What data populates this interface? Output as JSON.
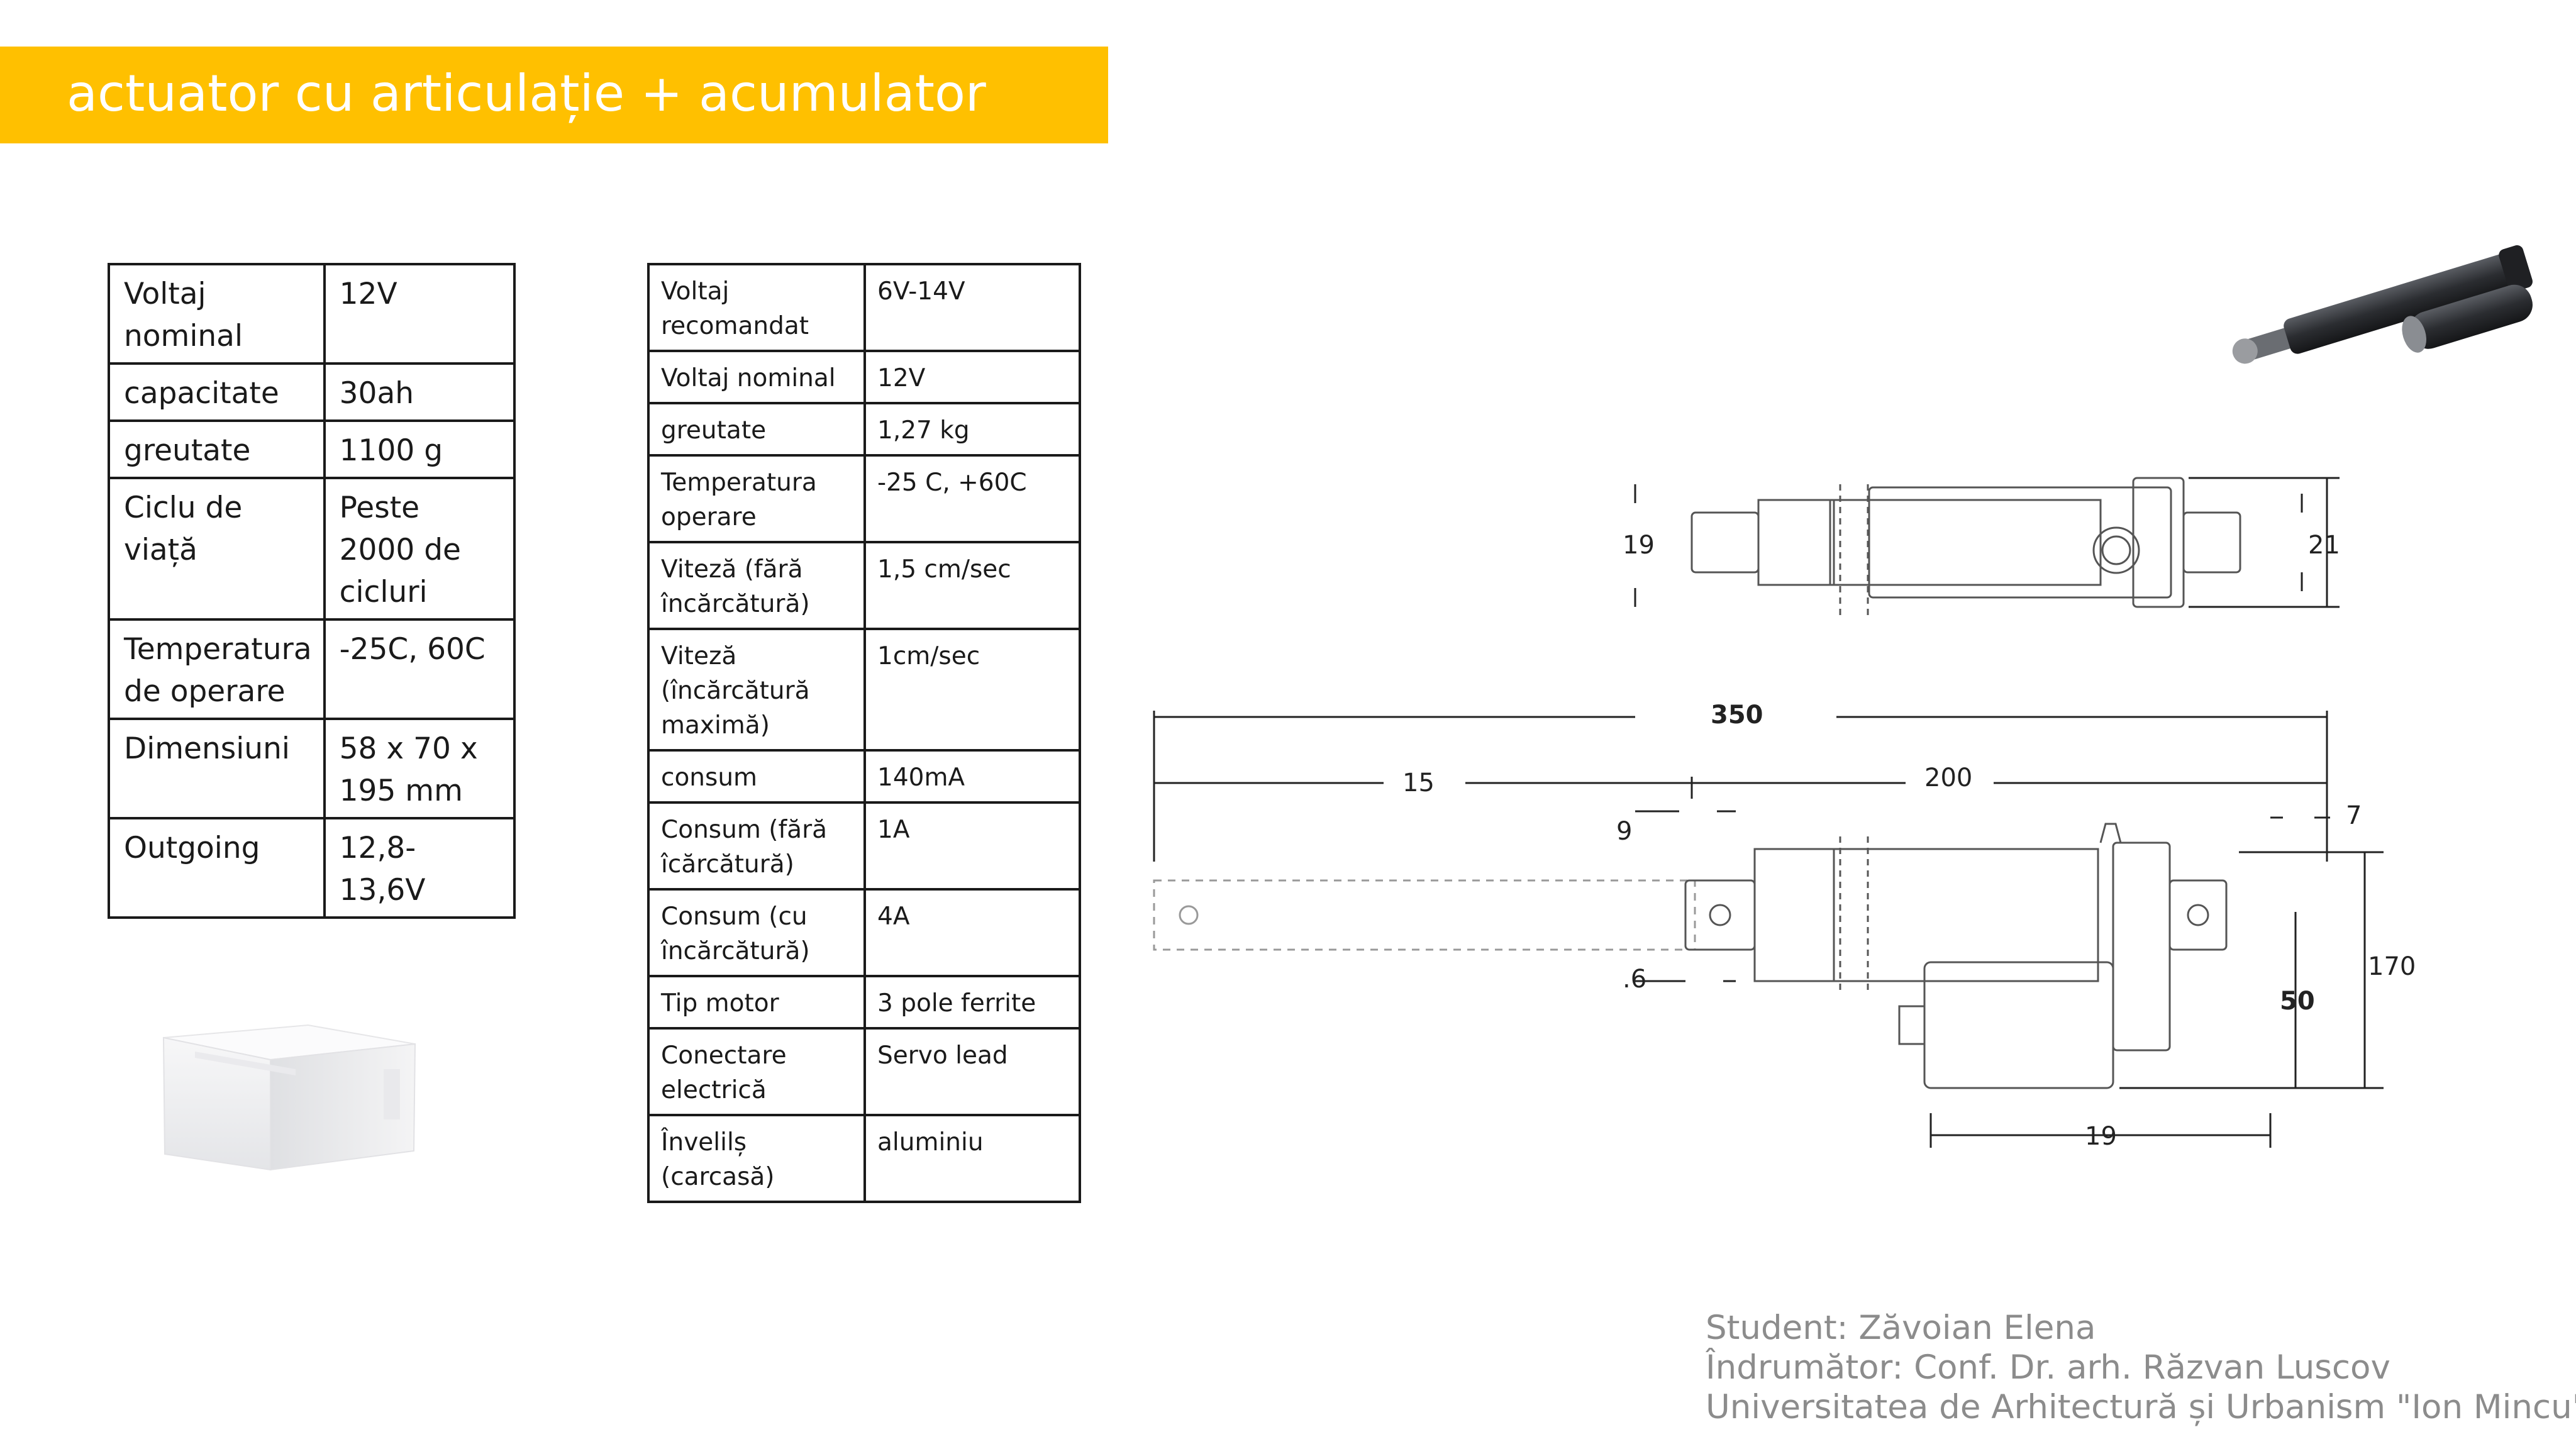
{
  "header": {
    "title": "actuator cu articulație + acumulator",
    "bar_color": "#ffc000"
  },
  "battery_specs": [
    {
      "label": "Voltaj nominal",
      "value": "12V"
    },
    {
      "label": "capacitate",
      "value": "30ah"
    },
    {
      "label": "greutate",
      "value": "1100 g"
    },
    {
      "label": "Ciclu de viață",
      "value": "Peste 2000 de cicluri"
    },
    {
      "label": "Temperatura de operare",
      "value": "-25C, 60C"
    },
    {
      "label": "Dimensiuni",
      "value": "58 x 70 x 195 mm"
    },
    {
      "label": "Outgoing",
      "value": "12,8-13,6V"
    }
  ],
  "actuator_specs": [
    {
      "label": "Voltaj recomandat",
      "value": "6V-14V"
    },
    {
      "label": "Voltaj nominal",
      "value": "12V"
    },
    {
      "label": "greutate",
      "value": "1,27 kg"
    },
    {
      "label": "Temperatura operare",
      "value": "-25 C, +60C"
    },
    {
      "label": "Viteză (fără încărcătură)",
      "value": "1,5 cm/sec"
    },
    {
      "label": "Viteză (încărcătură maximă)",
      "value": "1cm/sec"
    },
    {
      "label": "consum",
      "value": "140mA"
    },
    {
      "label": "Consum (fără îcărcătură)",
      "value": "1A"
    },
    {
      "label": "Consum (cu încărcătură)",
      "value": "4A"
    },
    {
      "label": "Tip motor",
      "value": "3 pole ferrite"
    },
    {
      "label": "Conectare electrică",
      "value": "Servo lead"
    },
    {
      "label": "Învelilș (carcasă)",
      "value": "aluminiu"
    }
  ],
  "drawing_dims": {
    "top_left_height": "19",
    "top_right_height": "21",
    "total_length": "350",
    "stroke": "15",
    "body_length": "200",
    "rear_offset": "7",
    "front_offset": "9",
    "front_eye": ".6",
    "overall_height": "170",
    "motor_height": "50",
    "motor_length": "19"
  },
  "footer": {
    "student": "Student: Zăvoian Elena",
    "advisor": "Îndrumător: Conf. Dr. arh. Răzvan Luscov",
    "university": "Universitatea de Arhitectură și Urbanism \"Ion Mincu\""
  }
}
